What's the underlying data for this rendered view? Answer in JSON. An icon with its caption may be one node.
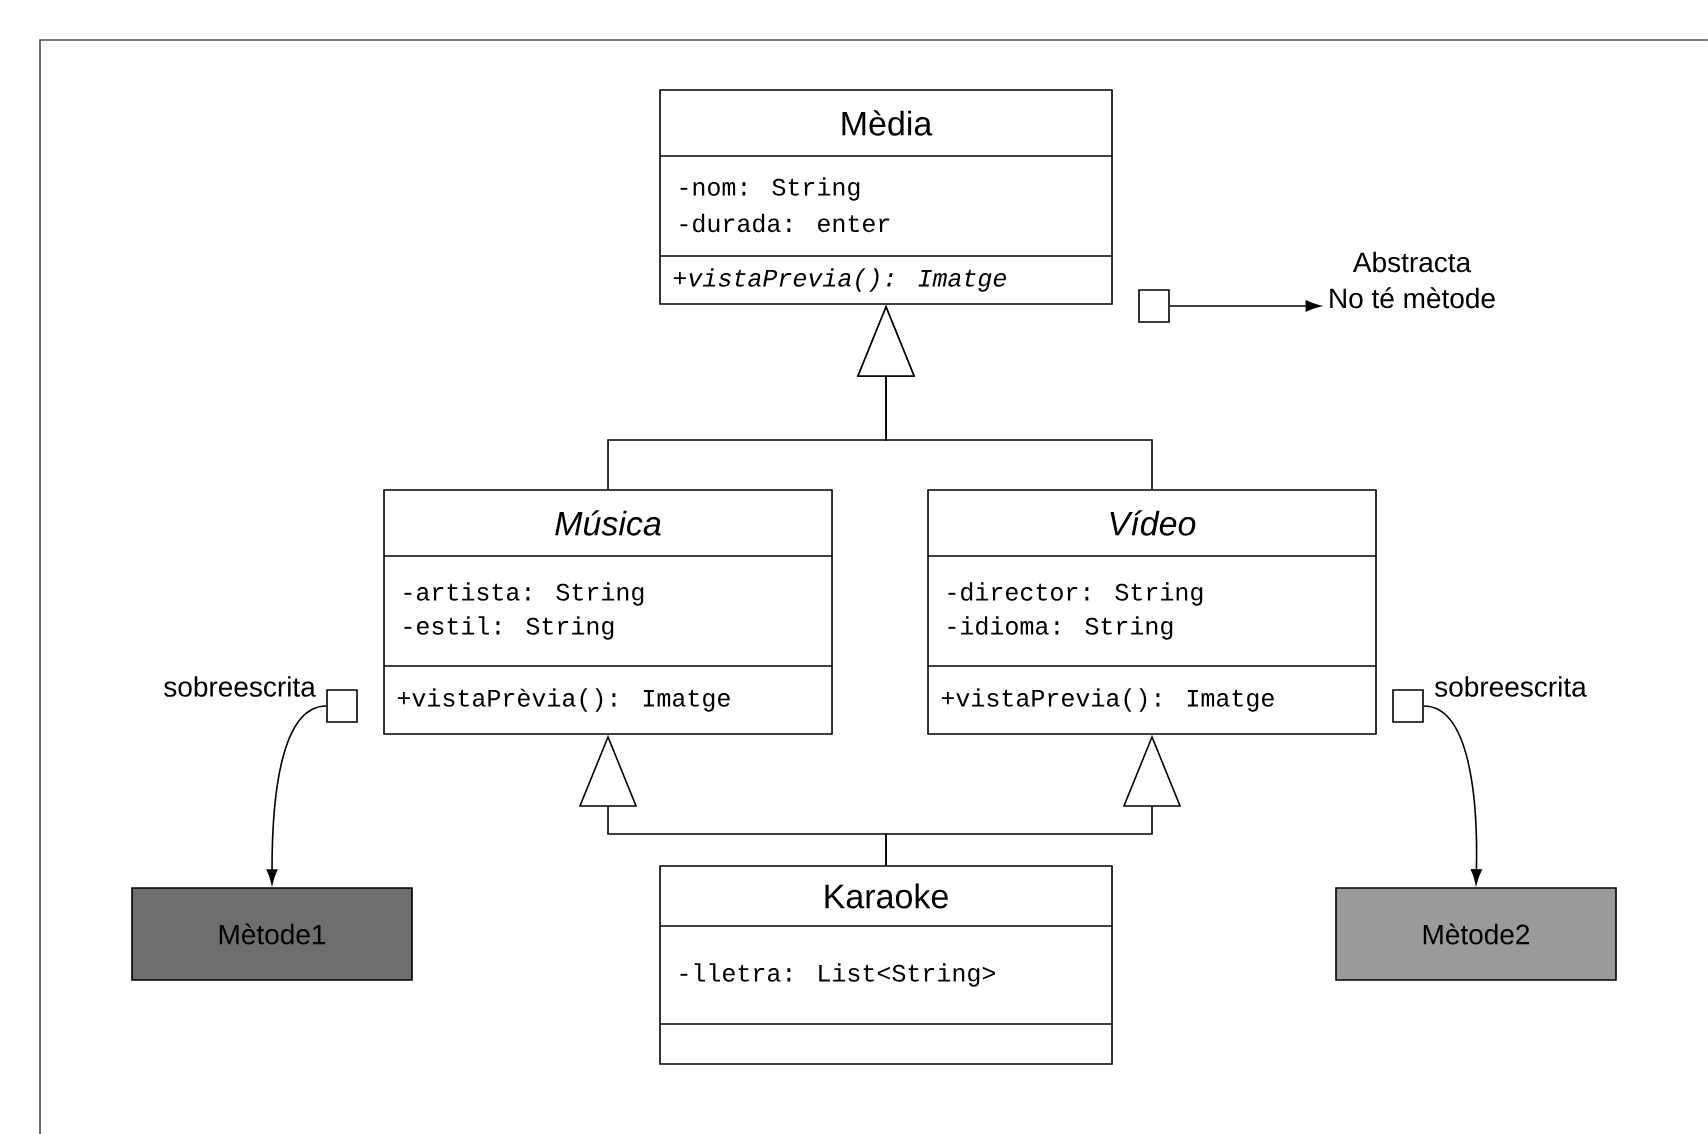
{
  "diagram": {
    "nodes": [
      {
        "text": [
          "Mèdia",
          "-nom: String",
          "-durada: enter",
          "+vistaPrevia(): Imatge"
        ]
      },
      {
        "text": [
          "Música",
          "-artista: String",
          "-estil: String",
          "+vistaPrèvia(): Imatge"
        ]
      },
      {
        "text": [
          "Vídeo",
          "-director: String",
          "-idioma: String",
          "+vistaPrevia(): Imatge"
        ]
      },
      {
        "text": [
          "Karaoke",
          "-lletra: List<String>"
        ]
      },
      {
        "text": [
          "Mètode1"
        ]
      },
      {
        "text": [
          "Mètode2"
        ]
      },
      {
        "text": [],
        "shape": "box"
      },
      {
        "text": [
          "Abstracta",
          "No té mètode"
        ]
      },
      {
        "text": [],
        "shape": "box",
        "beside": [
          "sobreescrita"
        ]
      },
      {
        "text": [],
        "shape": "box",
        "beside": [
          "sobreescrita"
        ]
      }
    ],
    "edges": [
      {
        "from": 1,
        "to": 0,
        "arrow": "to"
      },
      {
        "from": 2,
        "to": 0,
        "arrow": "to"
      },
      {
        "from": 3,
        "to": 1,
        "arrow": "to"
      },
      {
        "from": 3,
        "to": 2,
        "arrow": "to"
      },
      {
        "from": 6,
        "to": 7,
        "arrow": "to"
      },
      {
        "from": 8,
        "to": 4,
        "arrow": "to"
      },
      {
        "from": 9,
        "to": 5,
        "arrow": "to"
      }
    ]
  }
}
